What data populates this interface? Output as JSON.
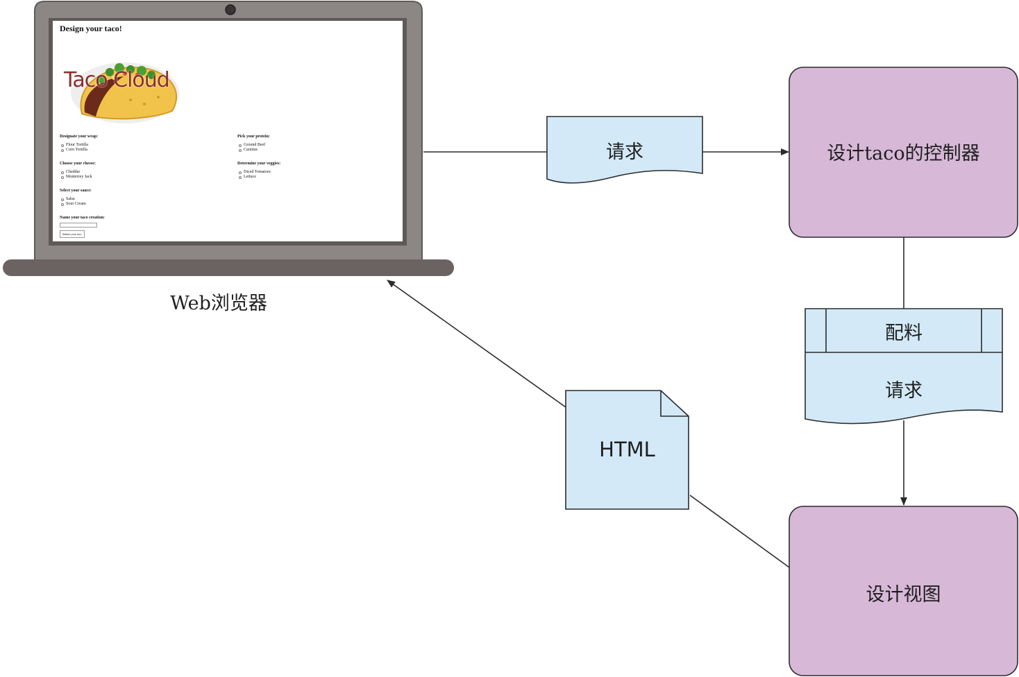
{
  "browser": {
    "label": "Web浏览器",
    "page": {
      "title": "Design your taco!",
      "logo_text": "Taco Cloud",
      "wrap": {
        "label": "Designate your wrap:",
        "options": [
          "Flour Tortilla",
          "Corn Tortilla"
        ]
      },
      "protein": {
        "label": "Pick your protein:",
        "options": [
          "Ground Beef",
          "Carnitas"
        ]
      },
      "cheese": {
        "label": "Choose your cheese:",
        "options": [
          "Cheddar",
          "Monterrey Jack"
        ]
      },
      "veggies": {
        "label": "Determine your veggies:",
        "options": [
          "Diced Tomatoes",
          "Lettuce"
        ]
      },
      "sauce": {
        "label": "Select your sauce:",
        "options": [
          "Salsa",
          "Sour Cream"
        ]
      },
      "name": {
        "label": "Name your taco creation:"
      },
      "submit_label": "Submit your taco"
    }
  },
  "request_doc": {
    "label": "请求"
  },
  "controller": {
    "label": "设计taco的控制器"
  },
  "model_doc": {
    "header": "配料",
    "body": "请求"
  },
  "view": {
    "label": "设计视图"
  },
  "html_doc": {
    "label": "HTML"
  },
  "colors": {
    "doc_fill": "#d3e9f7",
    "node_fill": "#d7b8d7",
    "laptop_frame": "#8c8685",
    "laptop_base": "#6b6362",
    "stroke": "#2b2b2b"
  }
}
